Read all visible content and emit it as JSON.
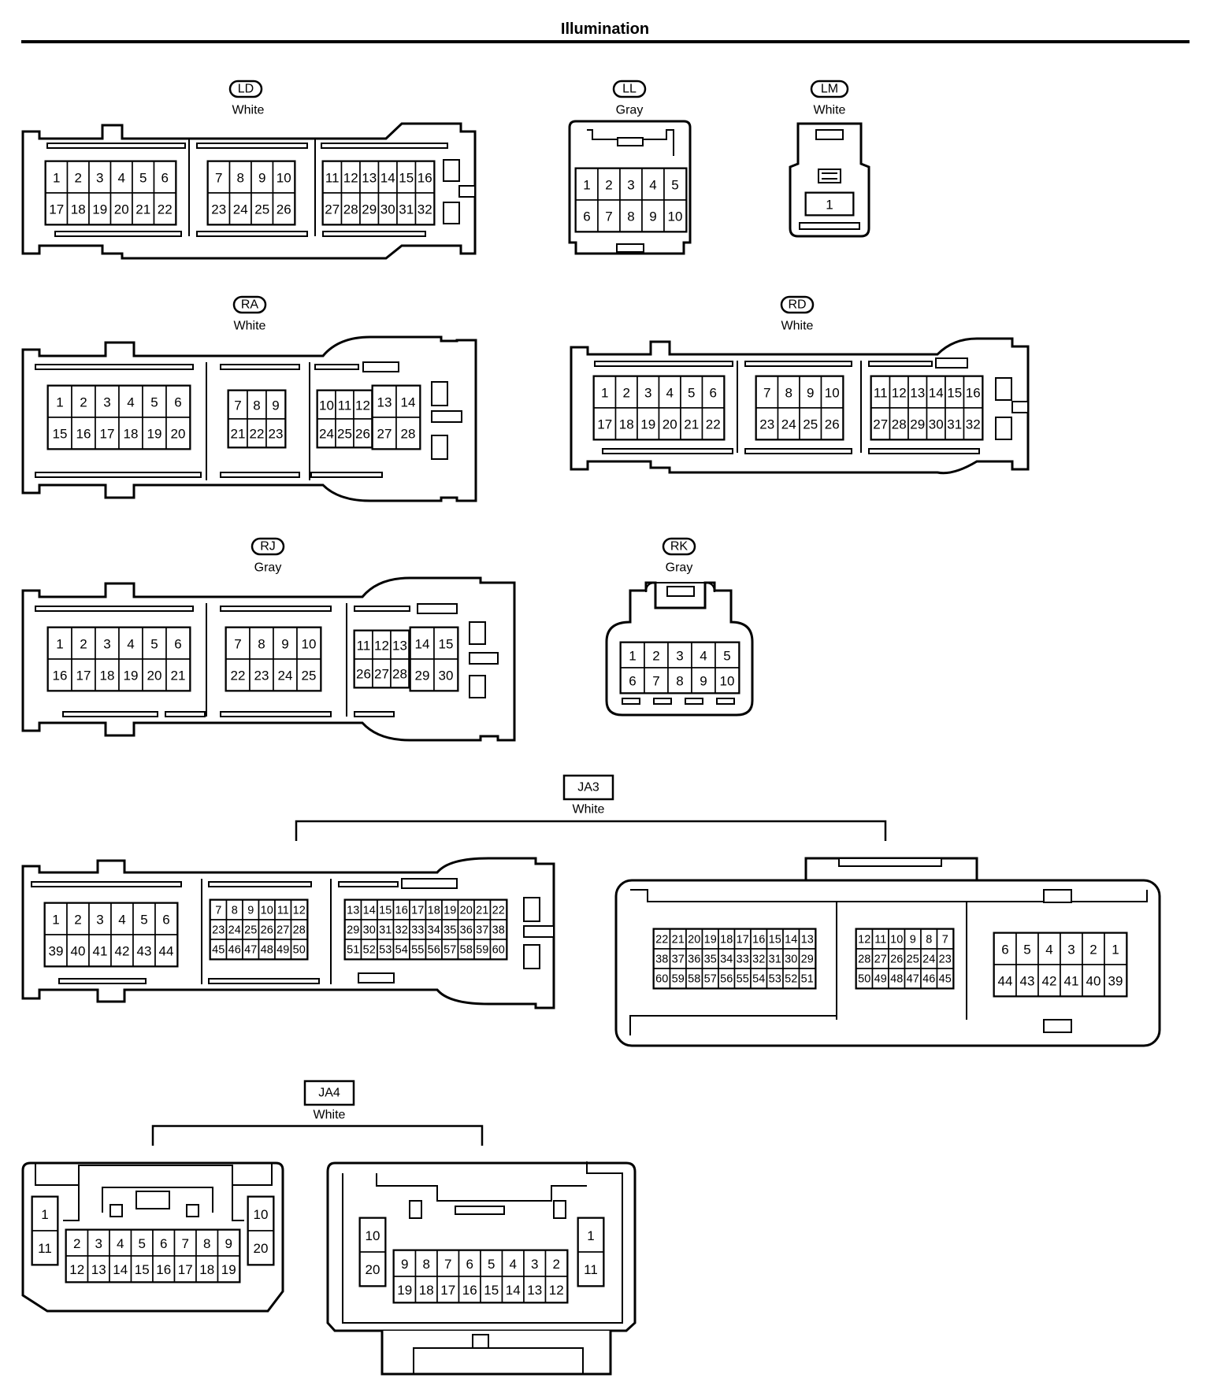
{
  "title": "Illumination",
  "connectors": {
    "LD": {
      "code": "LD",
      "color": "White",
      "groups": [
        [
          [
            "1",
            "2",
            "3",
            "4",
            "5",
            "6"
          ],
          [
            "17",
            "18",
            "19",
            "20",
            "21",
            "22"
          ]
        ],
        [
          [
            "7",
            "8",
            "9",
            "10"
          ],
          [
            "23",
            "24",
            "25",
            "26"
          ]
        ],
        [
          [
            "11",
            "12",
            "13",
            "14",
            "15",
            "16"
          ],
          [
            "27",
            "28",
            "29",
            "30",
            "31",
            "32"
          ]
        ]
      ]
    },
    "LL": {
      "code": "LL",
      "color": "Gray",
      "groups": [
        [
          [
            "1",
            "2",
            "3",
            "4",
            "5"
          ],
          [
            "6",
            "7",
            "8",
            "9",
            "10"
          ]
        ]
      ]
    },
    "LM": {
      "code": "LM",
      "color": "White",
      "groups": [
        [
          [
            "1"
          ]
        ]
      ]
    },
    "RA": {
      "code": "RA",
      "color": "White",
      "groups": [
        [
          [
            "1",
            "2",
            "3",
            "4",
            "5",
            "6"
          ],
          [
            "15",
            "16",
            "17",
            "18",
            "19",
            "20"
          ]
        ],
        [
          [
            "7",
            "8",
            "9"
          ],
          [
            "21",
            "22",
            "23"
          ]
        ],
        [
          [
            "10",
            "11",
            "12"
          ],
          [
            "24",
            "25",
            "26"
          ]
        ],
        [
          [
            "13",
            "14"
          ],
          [
            "27",
            "28"
          ]
        ]
      ]
    },
    "RD": {
      "code": "RD",
      "color": "White",
      "groups": [
        [
          [
            "1",
            "2",
            "3",
            "4",
            "5",
            "6"
          ],
          [
            "17",
            "18",
            "19",
            "20",
            "21",
            "22"
          ]
        ],
        [
          [
            "7",
            "8",
            "9",
            "10"
          ],
          [
            "23",
            "24",
            "25",
            "26"
          ]
        ],
        [
          [
            "11",
            "12",
            "13",
            "14",
            "15",
            "16"
          ],
          [
            "27",
            "28",
            "29",
            "30",
            "31",
            "32"
          ]
        ]
      ]
    },
    "RJ": {
      "code": "RJ",
      "color": "Gray",
      "groups": [
        [
          [
            "1",
            "2",
            "3",
            "4",
            "5",
            "6"
          ],
          [
            "16",
            "17",
            "18",
            "19",
            "20",
            "21"
          ]
        ],
        [
          [
            "7",
            "8",
            "9",
            "10"
          ],
          [
            "22",
            "23",
            "24",
            "25"
          ]
        ],
        [
          [
            "11",
            "12",
            "13"
          ],
          [
            "26",
            "27",
            "28"
          ]
        ],
        [
          [
            "14",
            "15"
          ],
          [
            "29",
            "30"
          ]
        ]
      ]
    },
    "RK": {
      "code": "RK",
      "color": "Gray",
      "groups": [
        [
          [
            "1",
            "2",
            "3",
            "4",
            "5"
          ],
          [
            "6",
            "7",
            "8",
            "9",
            "10"
          ]
        ]
      ]
    },
    "JA3": {
      "code": "JA3",
      "color": "White",
      "groups": [
        [
          [
            "1",
            "2",
            "3",
            "4",
            "5",
            "6"
          ],
          [
            "39",
            "40",
            "41",
            "42",
            "43",
            "44"
          ]
        ],
        [
          [
            "7",
            "8",
            "9",
            "10",
            "11",
            "12"
          ],
          [
            "23",
            "24",
            "25",
            "26",
            "27",
            "28"
          ],
          [
            "45",
            "46",
            "47",
            "48",
            "49",
            "50"
          ]
        ],
        [
          [
            "13",
            "14",
            "15",
            "16",
            "17",
            "18",
            "19",
            "20",
            "21",
            "22"
          ],
          [
            "29",
            "30",
            "31",
            "32",
            "33",
            "34",
            "35",
            "36",
            "37",
            "38"
          ],
          [
            "51",
            "52",
            "53",
            "54",
            "55",
            "56",
            "57",
            "58",
            "59",
            "60"
          ]
        ],
        [
          [
            "22",
            "21",
            "20",
            "19",
            "18",
            "17",
            "16",
            "15",
            "14",
            "13"
          ],
          [
            "38",
            "37",
            "36",
            "35",
            "34",
            "33",
            "32",
            "31",
            "30",
            "29"
          ],
          [
            "60",
            "59",
            "58",
            "57",
            "56",
            "55",
            "54",
            "53",
            "52",
            "51"
          ]
        ],
        [
          [
            "12",
            "11",
            "10",
            "9",
            "8",
            "7"
          ],
          [
            "28",
            "27",
            "26",
            "25",
            "24",
            "23"
          ],
          [
            "50",
            "49",
            "48",
            "47",
            "46",
            "45"
          ]
        ],
        [
          [
            "6",
            "5",
            "4",
            "3",
            "2",
            "1"
          ],
          [
            "44",
            "43",
            "42",
            "41",
            "40",
            "39"
          ]
        ]
      ]
    },
    "JA4": {
      "code": "JA4",
      "color": "White",
      "groups": [
        [
          [
            "1"
          ],
          [
            "11"
          ]
        ],
        [
          [
            "2",
            "3",
            "4",
            "5",
            "6",
            "7",
            "8",
            "9"
          ],
          [
            "12",
            "13",
            "14",
            "15",
            "16",
            "17",
            "18",
            "19"
          ]
        ],
        [
          [
            "10"
          ],
          [
            "20"
          ]
        ],
        [
          [
            "10"
          ],
          [
            "20"
          ]
        ],
        [
          [
            "9",
            "8",
            "7",
            "6",
            "5",
            "4",
            "3",
            "2"
          ],
          [
            "19",
            "18",
            "17",
            "16",
            "15",
            "14",
            "13",
            "12"
          ]
        ],
        [
          [
            "1"
          ],
          [
            "11"
          ]
        ]
      ]
    }
  }
}
